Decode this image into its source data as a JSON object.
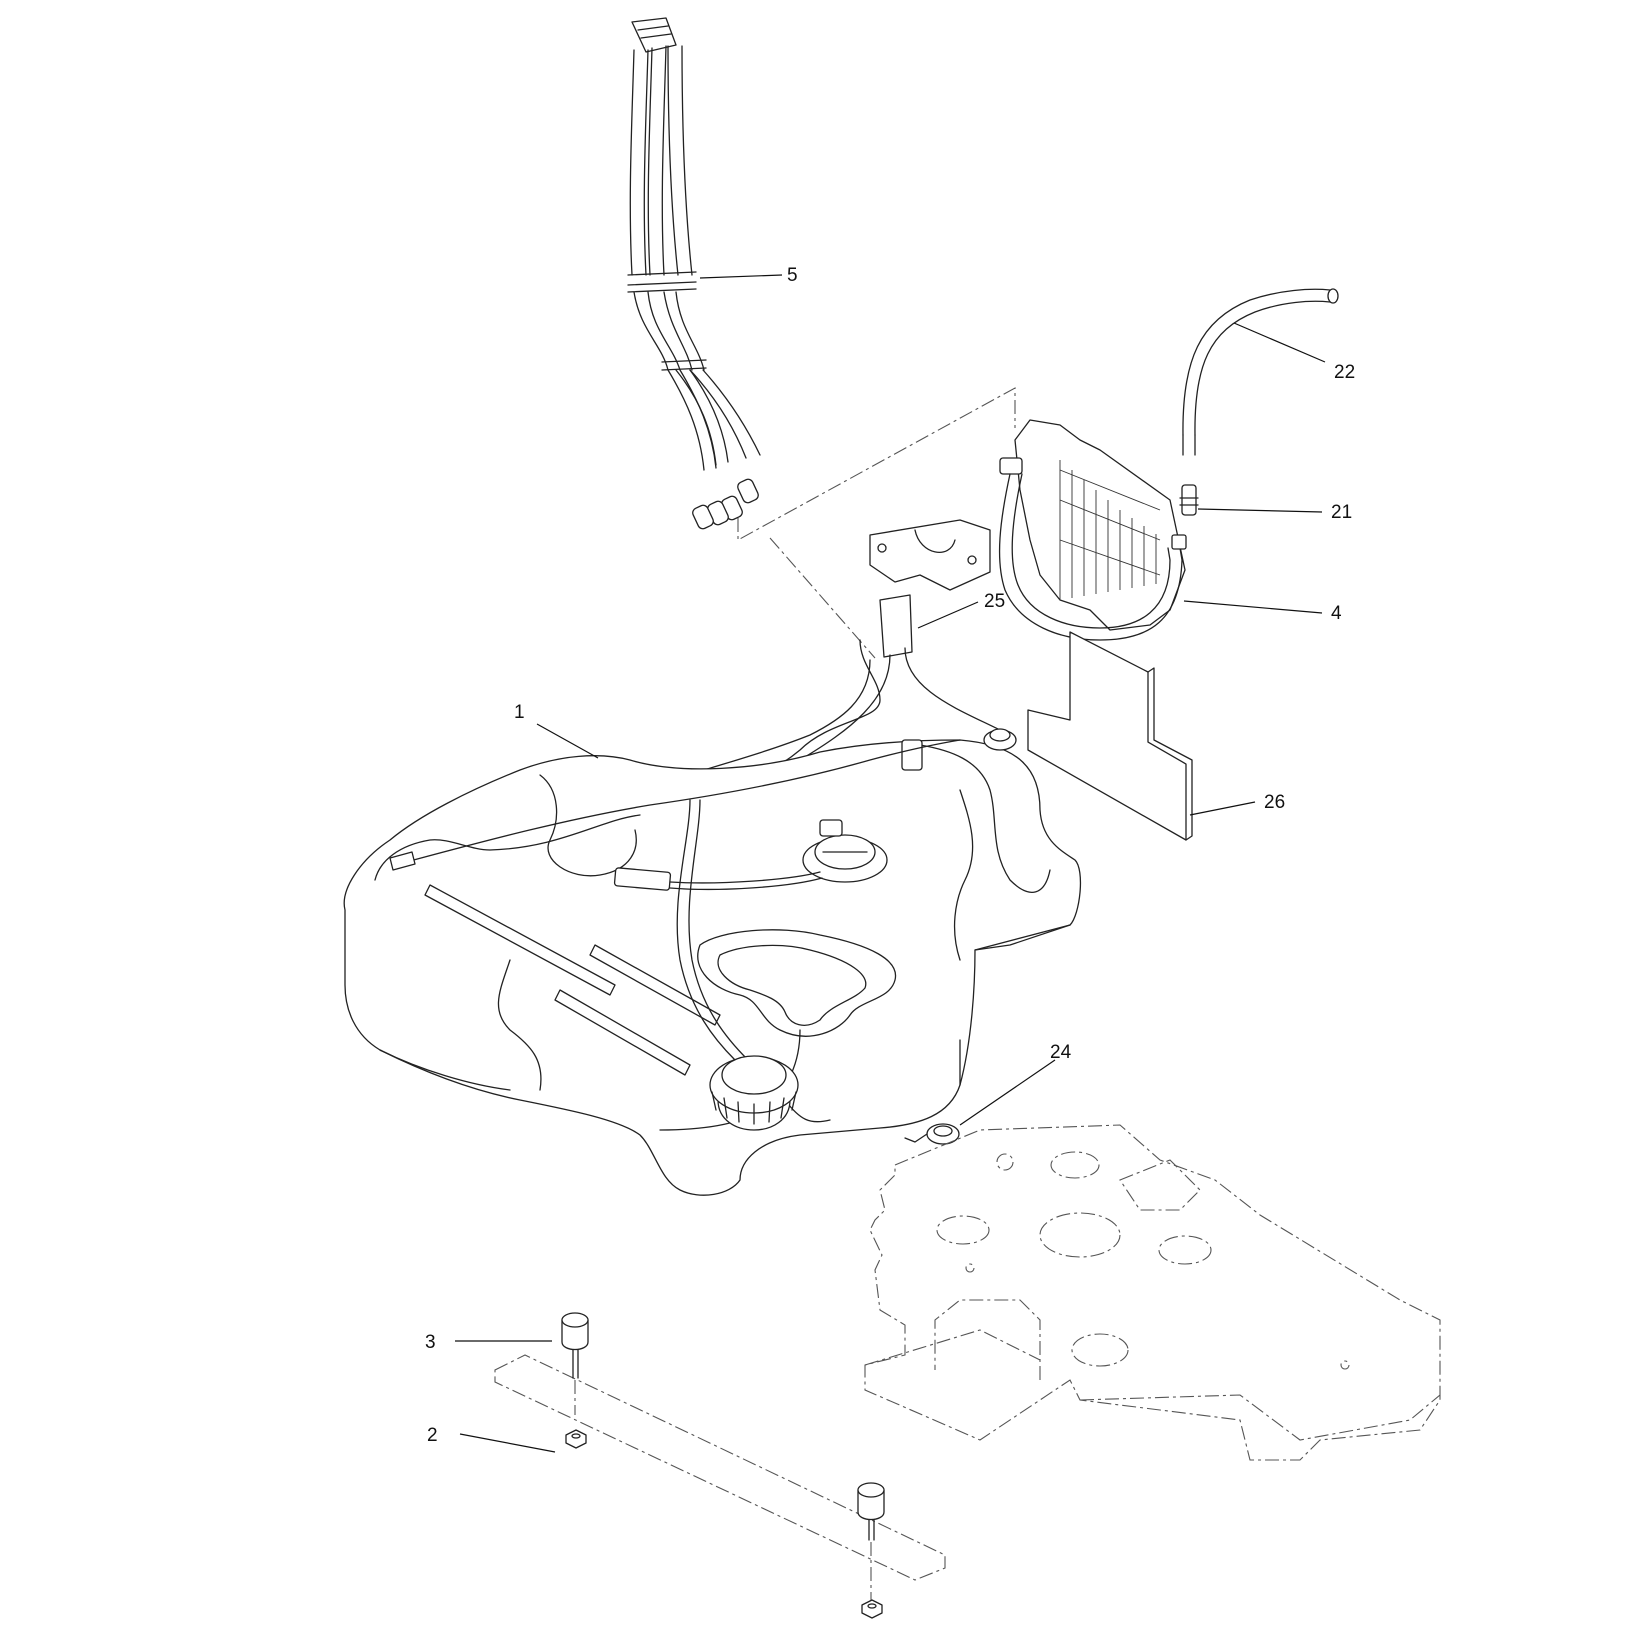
{
  "callouts": {
    "c1": "1",
    "c2": "2",
    "c3": "3",
    "c4": "4",
    "c5": "5",
    "c21": "21",
    "c22": "22",
    "c24": "24",
    "c25": "25",
    "c26": "26"
  }
}
